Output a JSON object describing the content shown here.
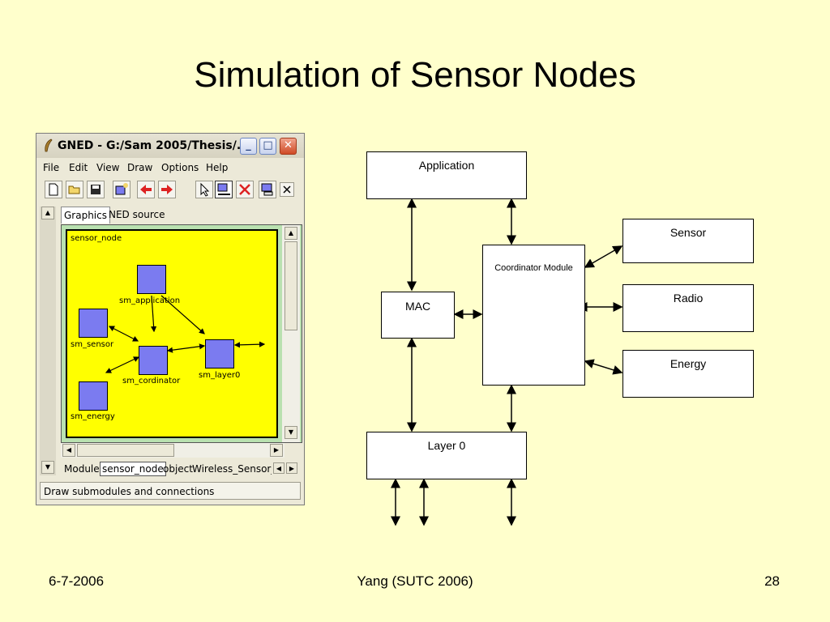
{
  "slide": {
    "title": "Simulation of Sensor Nodes",
    "footer_date": "6-7-2006",
    "footer_center": "Yang (SUTC 2006)",
    "footer_page": "28"
  },
  "gned_window": {
    "title": "GNED - G:/Sam 2005/Thesis/...",
    "menu": [
      "File",
      "Edit",
      "View",
      "Draw",
      "Options",
      "Help"
    ],
    "tabs": [
      "Graphics",
      "NED source"
    ],
    "canvas_label": "sensor_node",
    "submodules": {
      "application": "sm_application",
      "sensor": "sm_sensor",
      "coordinator": "sm_cordinator",
      "layer0": "sm_layer0",
      "energy": "sm_energy"
    },
    "status_line": {
      "module_label": "Module",
      "module_value": "sensor_node",
      "object_label": "object",
      "object_value": "Wireless_Sensor_N"
    },
    "status_bar": "Draw submodules and connections",
    "colors": {
      "canvas": "#FFFF00",
      "submodule": "#7B7BF0",
      "frame": "#B9E1B0"
    }
  },
  "diagram": {
    "application": "Application",
    "coordinator": "Coordinator Module",
    "mac": "MAC",
    "sensor": "Sensor",
    "radio": "Radio",
    "energy": "Energy",
    "layer0": "Layer 0"
  }
}
